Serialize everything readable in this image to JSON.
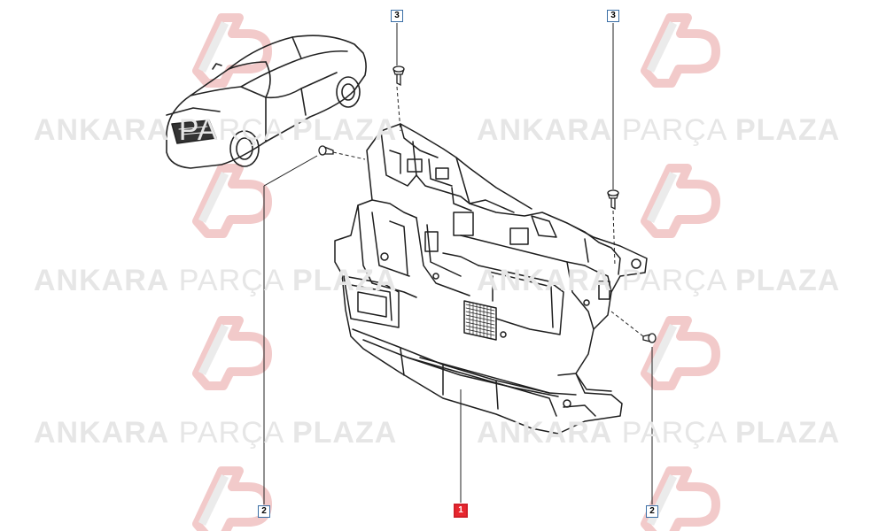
{
  "watermark": {
    "brand_bold_1": "ANKARA",
    "brand_light": "PARÇA",
    "brand_bold_2": "PLAZA",
    "logo_letters": "AP"
  },
  "callouts": {
    "part_1": "1",
    "part_2_left": "2",
    "part_2_right": "2",
    "part_3_left": "3",
    "part_3_right": "3"
  },
  "colors": {
    "callout_border": "#3a6ea5",
    "main_callout_fill": "#e8262e",
    "line_art": "#222222",
    "watermark": "#e6e6e6",
    "logo_red": "#f3c9c9"
  },
  "icons": {
    "car": "car-thumbnail-icon",
    "screw": "screw-icon",
    "bolt": "bolt-icon",
    "logo": "ap-logo-icon"
  }
}
